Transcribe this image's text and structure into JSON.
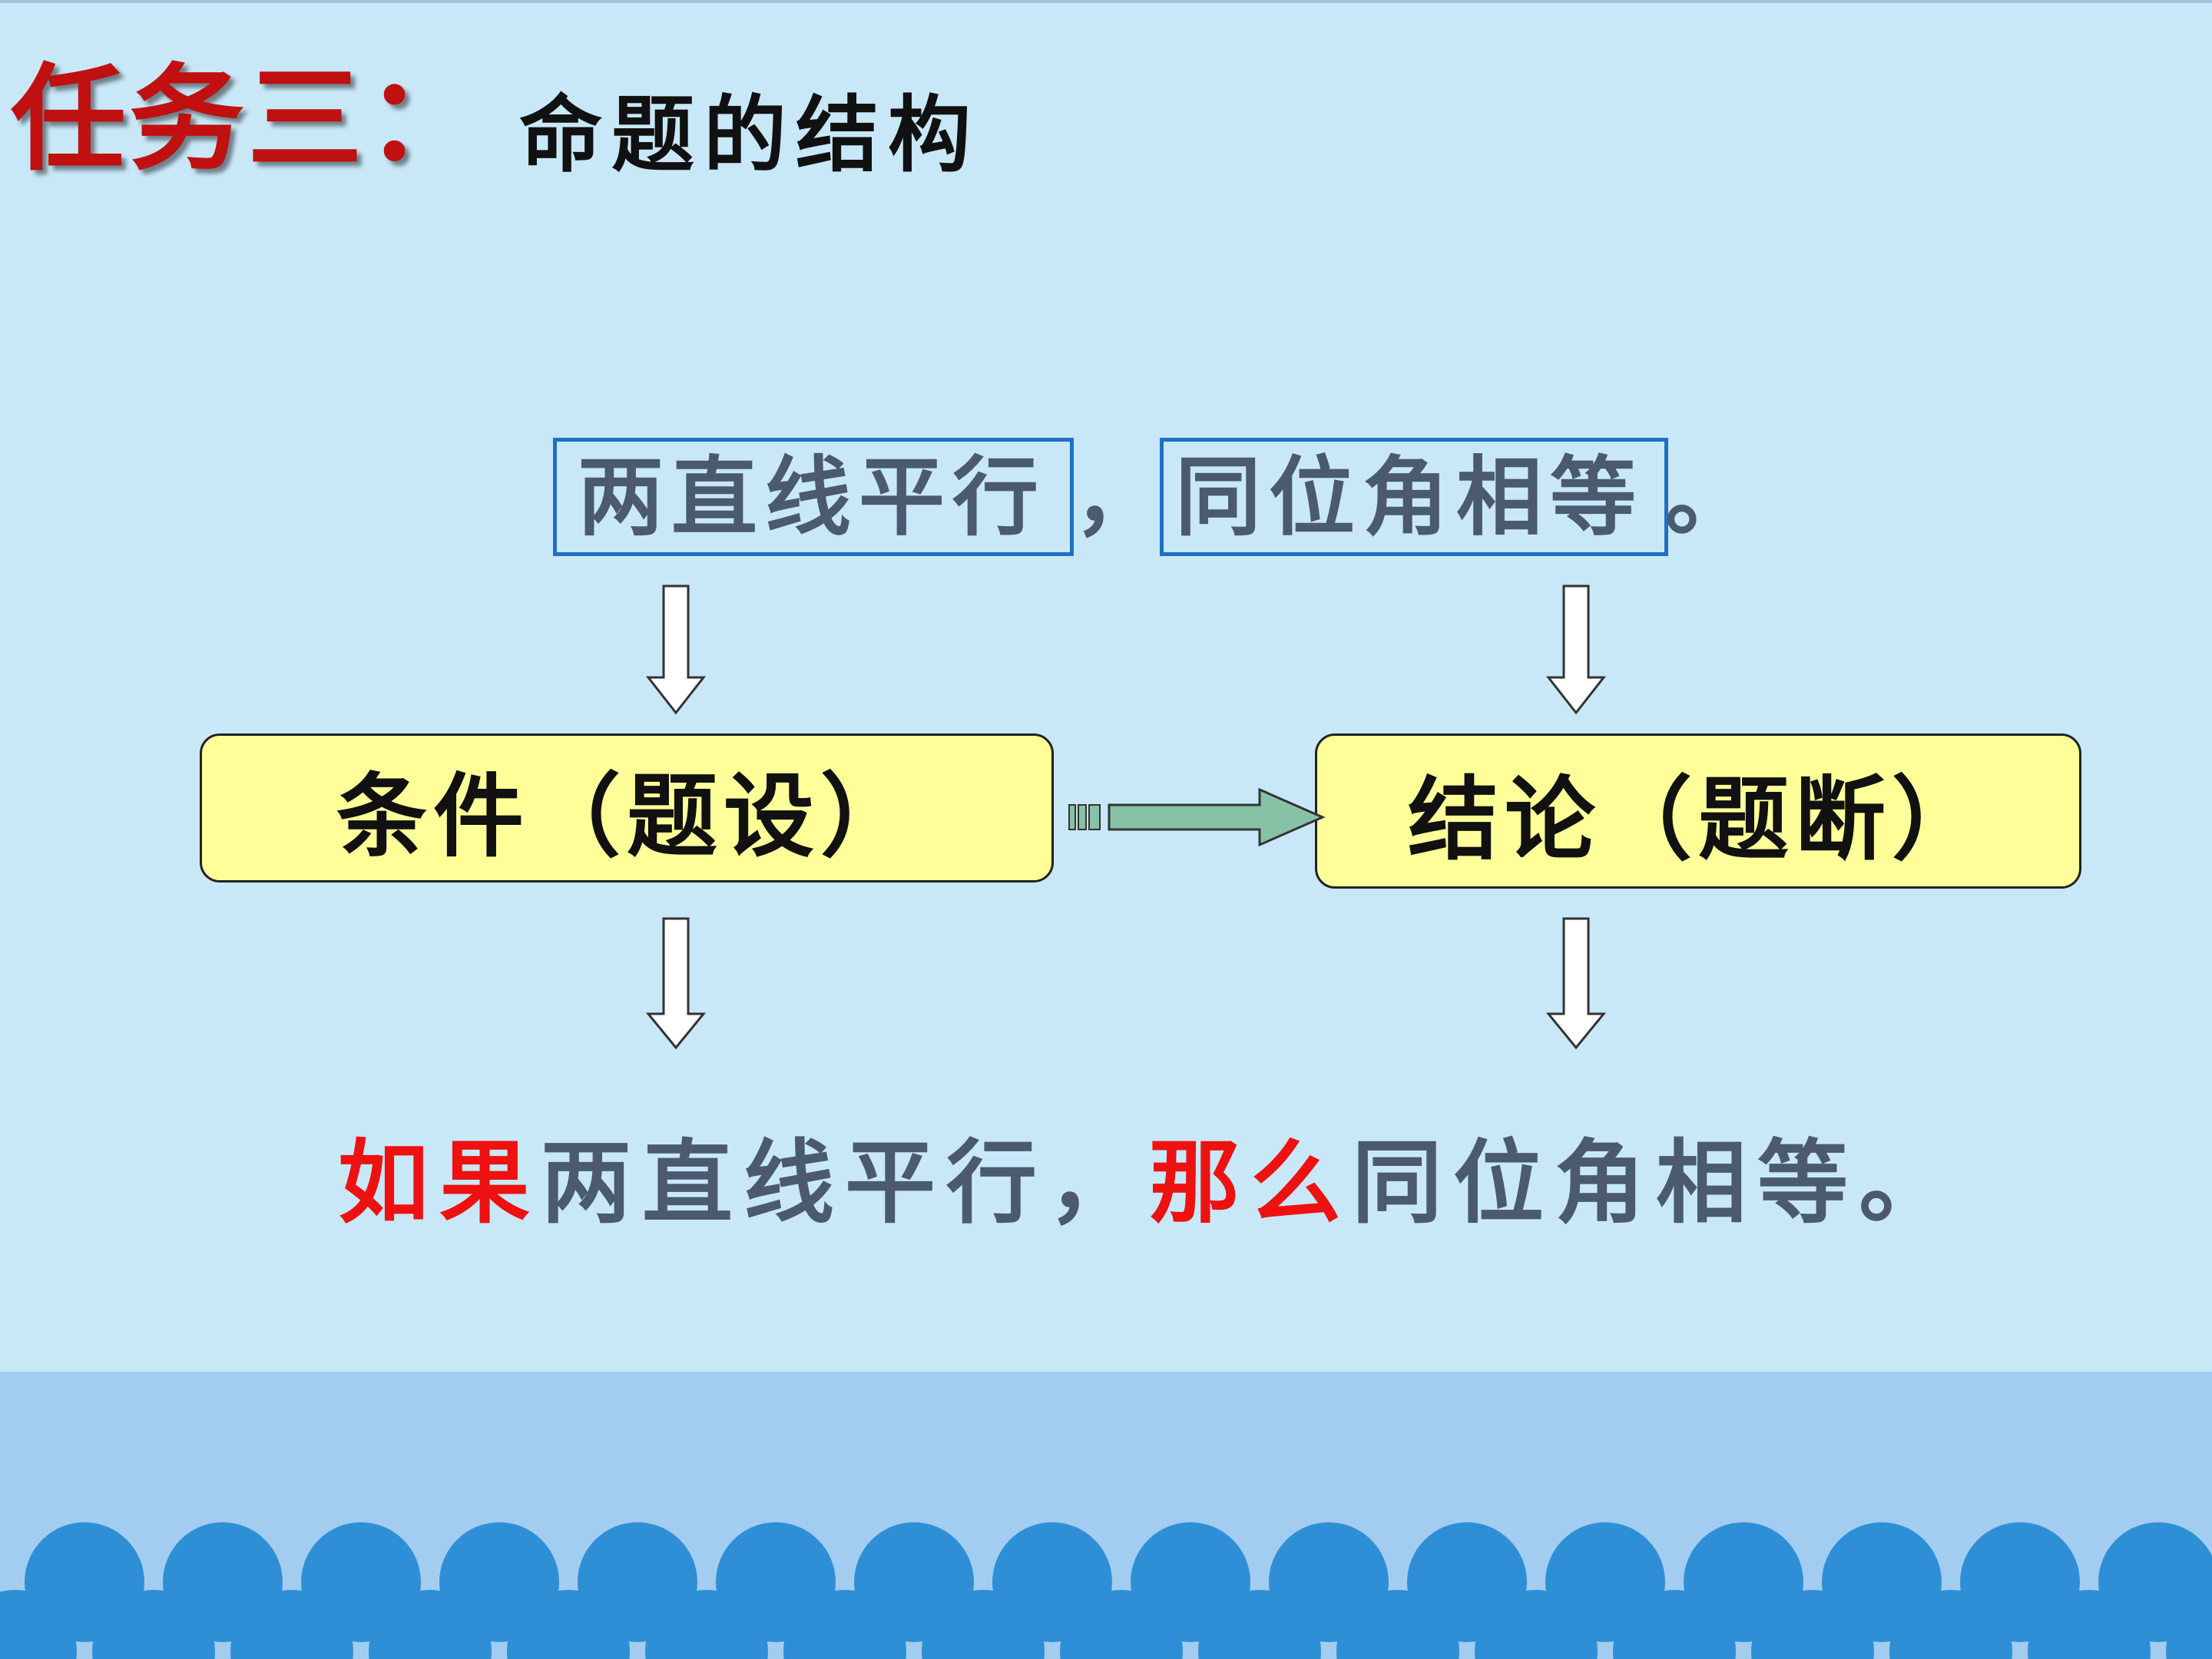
{
  "title": {
    "task": "任务三：",
    "subtitle": "命题的结构"
  },
  "proposition": {
    "condition_text": "两直线平行",
    "comma": "，",
    "conclusion_text": "同位角相等",
    "period": "。"
  },
  "boxes": {
    "condition": "条件（题设）",
    "conclusion": "结论（题断）"
  },
  "sentence": {
    "if": "如果",
    "condition": "两直线平行，",
    "then": "那么",
    "conclusion": "同位角相等。"
  },
  "colors": {
    "background": "#c8e8f8",
    "title_red": "#c01010",
    "keyword_red": "#ee1111",
    "box_fill": "#ffff99",
    "frame_blue": "#1f6fc4",
    "arrow_green": "#86c2a6",
    "wave_blue": "#2f8fd6"
  }
}
